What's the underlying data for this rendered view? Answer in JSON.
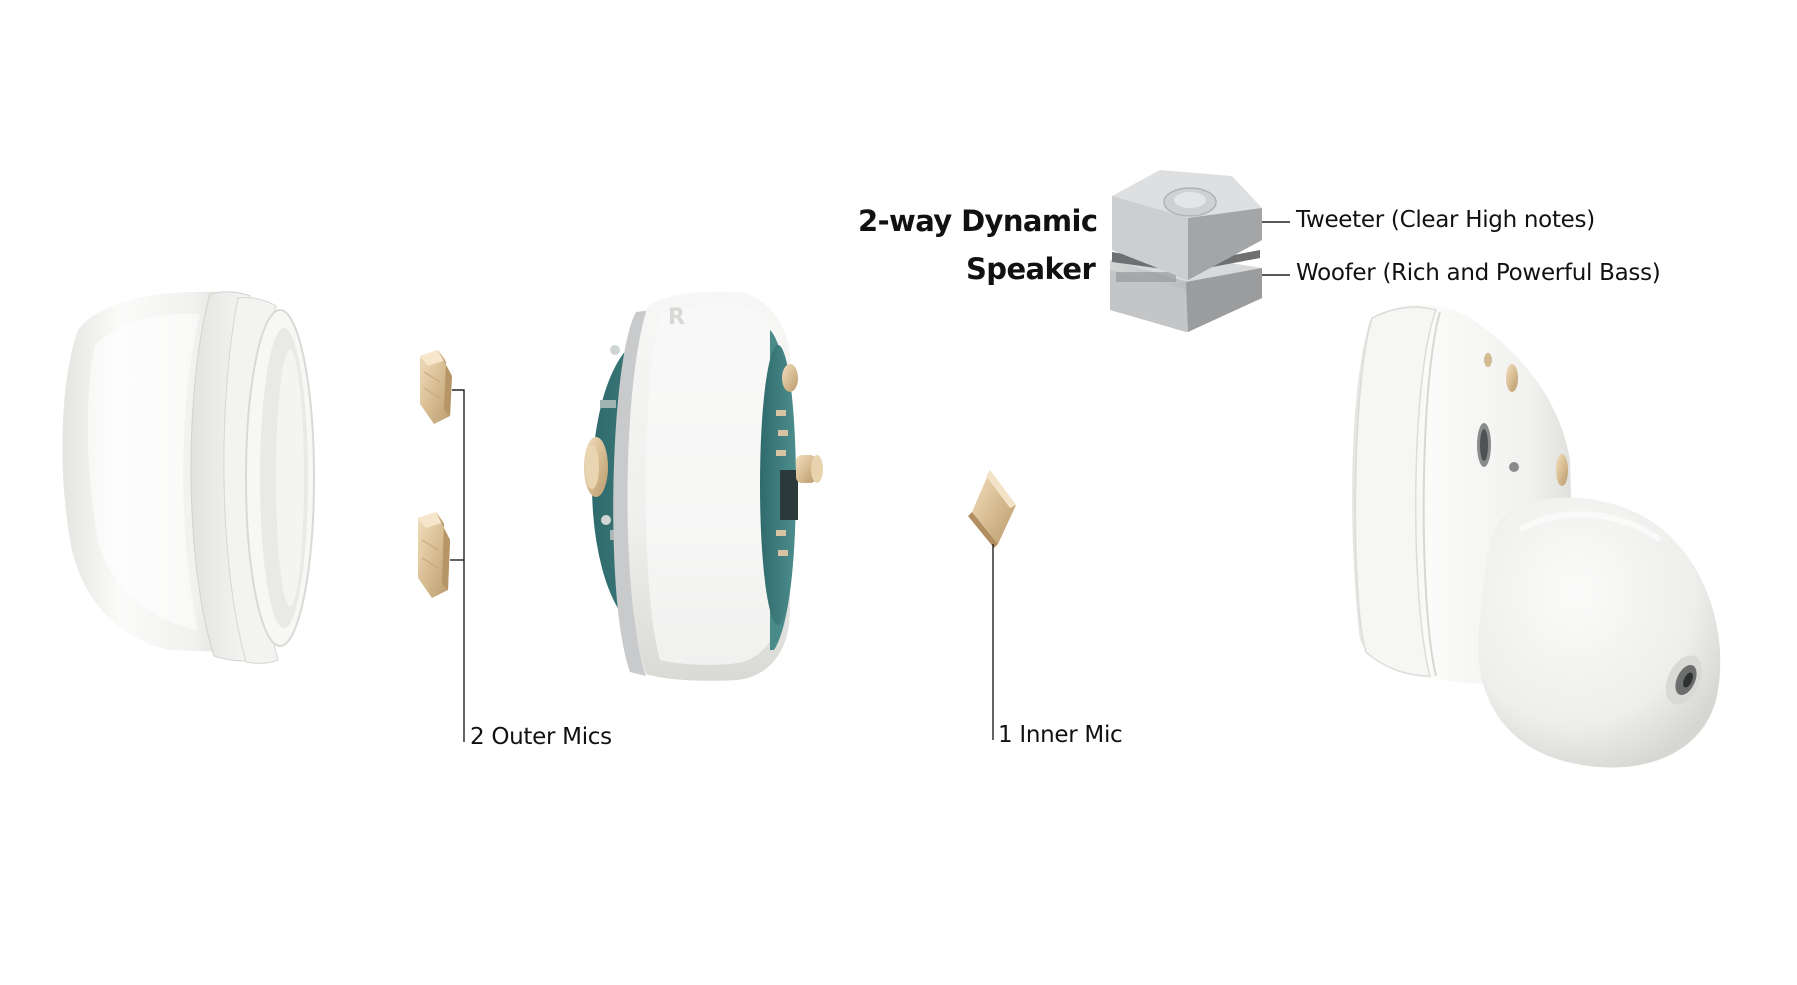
{
  "labels": {
    "speaker_line1": "2-way Dynamic",
    "speaker_line2": "Speaker",
    "tweeter": "Tweeter (Clear High notes)",
    "woofer": "Woofer (Rich and Powerful Bass)",
    "outer_mics": "2 Outer Mics",
    "inner_mic": "1 Inner Mic"
  },
  "colors": {
    "background": "#ffffff",
    "shell_white": "#f1f1ef",
    "shell_shadow": "#dcdcd9",
    "mic_gold": "#d9c09a",
    "pcb_teal": "#3f7f7f",
    "speaker_silver": "#b8b9ba",
    "leader_line": "#222222"
  }
}
